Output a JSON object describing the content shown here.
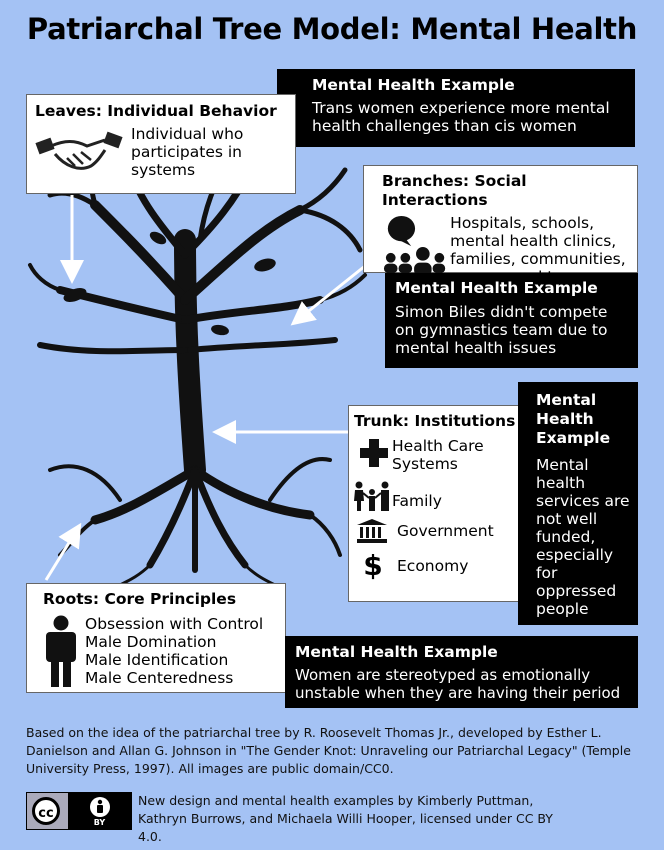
{
  "title": "Patriarchal Tree Model: Mental Health",
  "leaves": {
    "heading": "Leaves: Individual Behavior",
    "text": "Individual who participates in systems",
    "icon": "handshake-icon"
  },
  "leaves_example": {
    "heading": "Mental Health Example",
    "text": "Trans women experience more mental health challenges than cis women"
  },
  "branches": {
    "heading": "Branches: Social Interactions",
    "text": "Hospitals, schools, mental health clinics, families, communities, groups, and teams",
    "icon": "group-chat-icon"
  },
  "branches_example": {
    "heading": "Mental Health Example",
    "text": "Simon Biles didn't compete on gymnastics team due to mental health issues"
  },
  "trunk": {
    "heading": "Trunk: Institutions",
    "items": [
      {
        "label": "Health Care Systems",
        "icon": "medical-cross-icon"
      },
      {
        "label": "Family",
        "icon": "family-icon"
      },
      {
        "label": "Government",
        "icon": "government-building-icon"
      },
      {
        "label": "Economy",
        "icon": "dollar-icon"
      }
    ]
  },
  "trunk_example": {
    "heading": "Mental Health Example",
    "text": "Mental health services are not well funded, especially for oppressed people"
  },
  "roots": {
    "heading": "Roots: Core Principles",
    "items": [
      "Obsession with Control",
      "Male Domination",
      "Male Identification",
      "Male Centeredness"
    ],
    "icon": "person-icon"
  },
  "roots_example": {
    "heading": "Mental Health Example",
    "text": "Women are stereotyped as emotionally unstable when they are having their period"
  },
  "footer": {
    "credit": "Based on the idea of the patriarchal tree by R. Roosevelt Thomas Jr., developed by Esther L. Danielson and Allan G. Johnson in \"The Gender Knot: Unraveling our Patriarchal Legacy\" (Temple University Press, 1997). All images are public domain/CC0.",
    "license": "New design and mental health examples by Kimberly Puttman, Kathryn Burrows, and Michaela Willi Hooper, licensed under CC BY 4.0.",
    "badge_cc": "cc",
    "badge_by": "BY"
  },
  "colors": {
    "background": "#a4c2f4",
    "dark": "#000000",
    "card": "#ffffff"
  }
}
